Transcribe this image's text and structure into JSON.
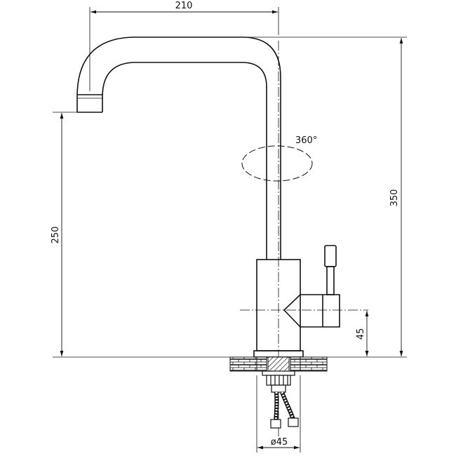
{
  "dimensions": {
    "width": "210",
    "height_total": "350",
    "height_spout": "250",
    "height_lever": "45",
    "diameter": "ø45",
    "rotation": "360°"
  }
}
